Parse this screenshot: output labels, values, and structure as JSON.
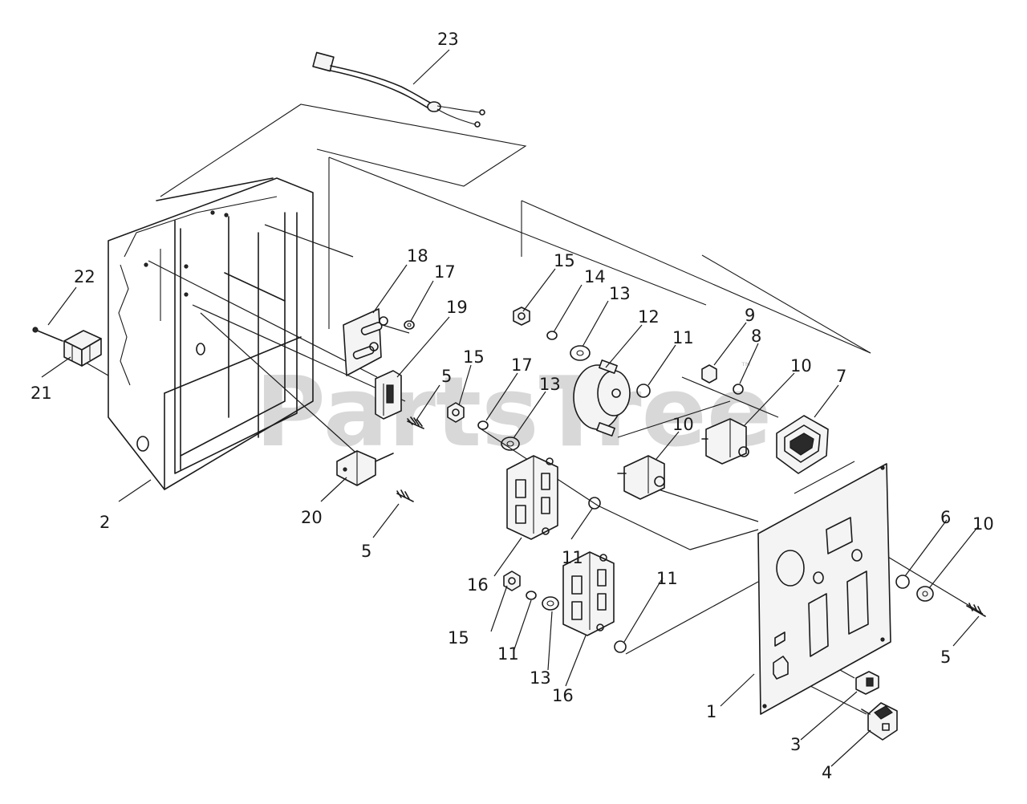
{
  "watermark": {
    "text": "PartsTree",
    "trademark": "™"
  },
  "callouts": {
    "c23": "23",
    "c22": "22",
    "c21": "21",
    "c2": "2",
    "c18": "18",
    "c17a": "17",
    "c19": "19",
    "c5a": "5",
    "c20": "20",
    "c5b": "5",
    "c15a": "15",
    "c14": "14",
    "c13a": "13",
    "c12": "12",
    "c11a": "11",
    "c9": "9",
    "c8": "8",
    "c10a": "10",
    "c7": "7",
    "c15b": "15",
    "c17b": "17",
    "c13b": "13",
    "c10b": "10",
    "c11b": "11",
    "c16a": "16",
    "c15c": "15",
    "c11c": "11",
    "c13c": "13",
    "c16b": "16",
    "c11d": "11",
    "c6": "6",
    "c10c": "10",
    "c5c": "5",
    "c1": "1",
    "c3": "3",
    "c4": "4"
  },
  "colors": {
    "line": "#1a1a1a",
    "watermark": "#b9b9b9",
    "background": "#ffffff"
  }
}
